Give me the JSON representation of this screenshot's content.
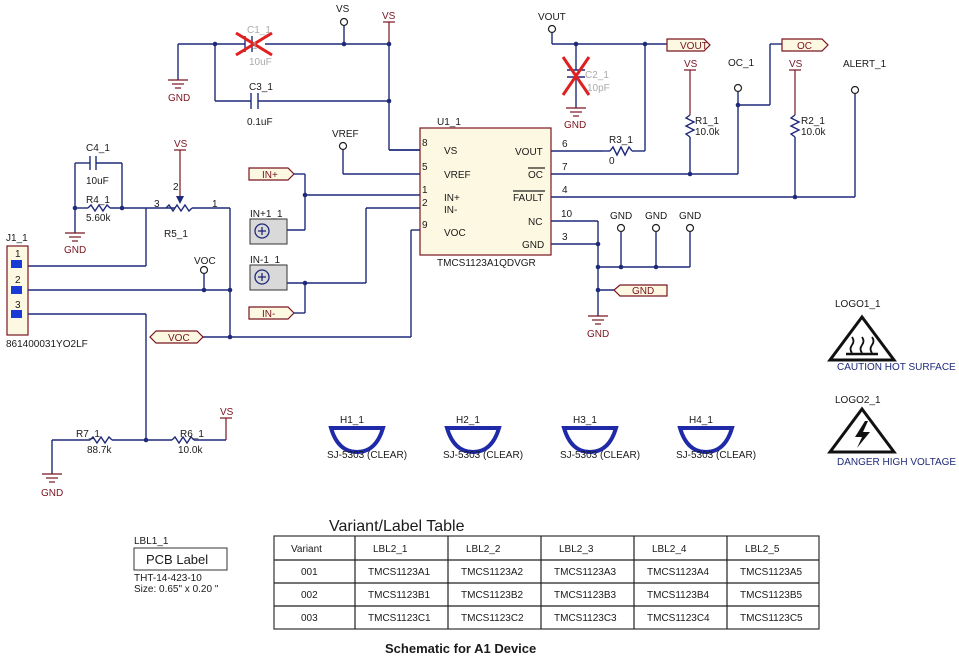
{
  "nets": {
    "vs": "VS",
    "vout": "VOUT",
    "vref": "VREF",
    "voc": "VOC",
    "gnd": "GND",
    "oc_1": "OC_1",
    "alert_1": "ALERT_1"
  },
  "ports": {
    "vout": "VOUT",
    "oc": "OC",
    "in_plus": "IN+",
    "in_minus": "IN-",
    "voc": "VOC",
    "gnd": "GND"
  },
  "u1": {
    "ref": "U1_1",
    "part": "TMCS1123A1QDVGR",
    "pins": [
      {
        "num": "8",
        "name": "VS"
      },
      {
        "num": "5",
        "name": "VREF"
      },
      {
        "num": "1",
        "name": "IN+"
      },
      {
        "num": "2",
        "name": "IN-"
      },
      {
        "num": "9",
        "name": "VOC"
      },
      {
        "num": "6",
        "name": "VOUT"
      },
      {
        "num": "7",
        "name": "OC"
      },
      {
        "num": "4",
        "name": "FAULT"
      },
      {
        "num": "10",
        "name": "NC"
      },
      {
        "num": "3",
        "name": "GND"
      }
    ]
  },
  "components": {
    "c1": {
      "ref": "C1_1",
      "value": "10uF",
      "aux": "1"
    },
    "c2": {
      "ref": "C2_1",
      "value": "10pF"
    },
    "c3": {
      "ref": "C3_1",
      "value": "0.1uF"
    },
    "c4": {
      "ref": "C4_1",
      "value": "10uF"
    },
    "r1": {
      "ref": "R1_1",
      "value": "10.0k"
    },
    "r2": {
      "ref": "R2_1",
      "value": "10.0k"
    },
    "r3": {
      "ref": "R3_1",
      "value": "0"
    },
    "r4": {
      "ref": "R4_1",
      "value": "5.60k"
    },
    "r5": {
      "ref": "R5_1",
      "pin1": "1",
      "pin2": "2",
      "pin3": "3"
    },
    "r6": {
      "ref": "R6_1",
      "value": "10.0k"
    },
    "r7": {
      "ref": "R7_1",
      "value": "88.7k"
    },
    "inp": {
      "ref": "IN+1_1"
    },
    "inm": {
      "ref": "IN-1_1"
    },
    "j1": {
      "ref": "J1_1",
      "part": "861400031YO2LF",
      "pins": [
        "1",
        "2",
        "3"
      ]
    },
    "h1": {
      "ref": "H1_1",
      "part": "SJ-5303 (CLEAR)"
    },
    "h2": {
      "ref": "H2_1",
      "part": "SJ-5303 (CLEAR)"
    },
    "h3": {
      "ref": "H3_1",
      "part": "SJ-5303 (CLEAR)"
    },
    "h4": {
      "ref": "H4_1",
      "part": "SJ-5303 (CLEAR)"
    },
    "logo1": {
      "ref": "LOGO1_1",
      "caption": "CAUTION HOT SURFACE"
    },
    "logo2": {
      "ref": "LOGO2_1",
      "caption": "DANGER HIGH VOLTAGE"
    },
    "lbl1": {
      "ref": "LBL1_1",
      "text": "PCB Label",
      "part": "THT-14-423-10",
      "size": "Size: 0.65\" x 0.20 \""
    }
  },
  "table": {
    "title": "Variant/Label Table",
    "headers": [
      "Variant",
      "LBL2_1",
      "LBL2_2",
      "LBL2_3",
      "LBL2_4",
      "LBL2_5"
    ],
    "rows": [
      [
        "001",
        "TMCS1123A1",
        "TMCS1123A2",
        "TMCS1123A3",
        "TMCS1123A4",
        "TMCS1123A5"
      ],
      [
        "002",
        "TMCS1123B1",
        "TMCS1123B2",
        "TMCS1123B3",
        "TMCS1123B4",
        "TMCS1123B5"
      ],
      [
        "003",
        "TMCS1123C1",
        "TMCS1123C2",
        "TMCS1123C3",
        "TMCS1123C4",
        "TMCS1123C5"
      ]
    ]
  },
  "footer": {
    "title": "Schematic for A1 Device"
  }
}
